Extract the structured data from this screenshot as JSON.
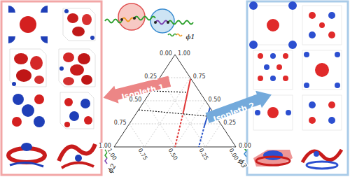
{
  "diagram": {
    "nodes": [
      {
        "text": [
          "Isopleth 1"
        ]
      },
      {
        "text": [
          "Isopleth 2"
        ]
      }
    ],
    "labels": [
      "1.00",
      "0.75",
      "0.50",
      "0.25",
      "0.00",
      "0.00",
      "0.25",
      "0.50",
      "0.75",
      "1.00",
      "1.00",
      "0.75",
      "0.50",
      "0.25",
      "0.00",
      "ϕ1",
      "ϕ2",
      "ϕ3"
    ]
  }
}
